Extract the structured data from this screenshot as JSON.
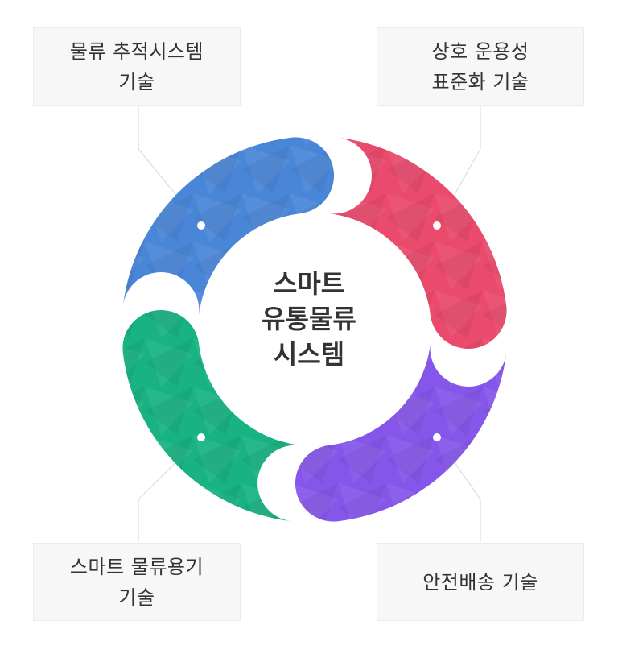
{
  "center": {
    "title": "스마트\n유통물류\n시스템"
  },
  "segments": [
    {
      "id": "top-left",
      "label": "물류 추적시스템\n기술",
      "color": "#4a86d8"
    },
    {
      "id": "top-right",
      "label": "상호 운용성\n표준화 기술",
      "color": "#ea4a6b"
    },
    {
      "id": "bottom-right",
      "label": "안전배송 기술",
      "color": "#8656ea"
    },
    {
      "id": "bottom-left",
      "label": "스마트 물류용기\n기술",
      "color": "#18b283"
    }
  ]
}
